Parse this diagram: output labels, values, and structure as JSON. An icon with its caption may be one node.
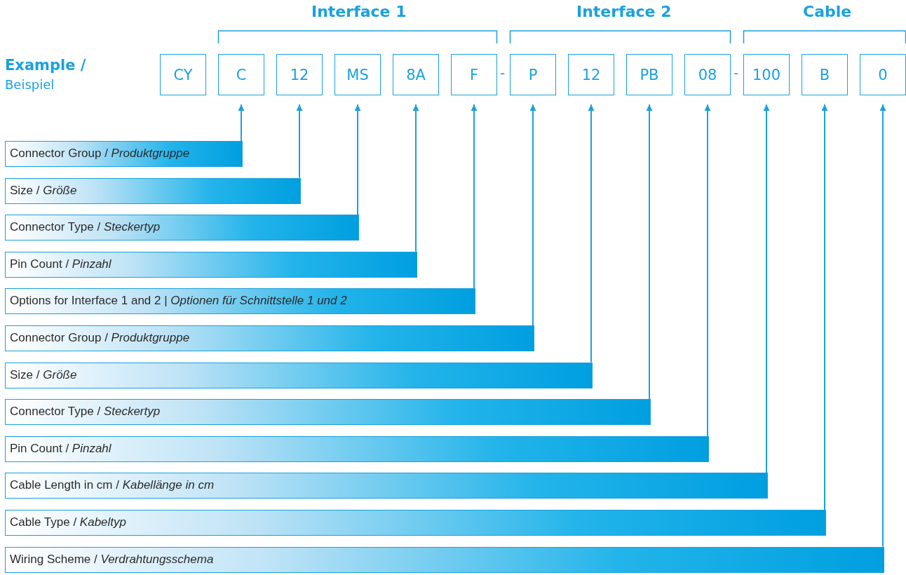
{
  "diagram": {
    "nodes": [
      {
        "text": [
          "CY"
        ]
      },
      {
        "text": [
          "C"
        ]
      },
      {
        "text": [
          "12"
        ]
      },
      {
        "text": [
          "MS"
        ]
      },
      {
        "text": [
          "8A"
        ]
      },
      {
        "text": [
          "F"
        ]
      },
      {
        "text": [
          "P"
        ]
      },
      {
        "text": [
          "12"
        ]
      },
      {
        "text": [
          "PB"
        ]
      },
      {
        "text": [
          "08"
        ]
      },
      {
        "text": [
          "100"
        ]
      },
      {
        "text": [
          "B"
        ]
      },
      {
        "text": [
          "0"
        ]
      },
      {
        "text": [
          "Connector Group / *Produktgruppe*"
        ]
      },
      {
        "text": [
          "Size / *Größe*"
        ]
      },
      {
        "text": [
          "Connector Type / *Steckertyp*"
        ]
      },
      {
        "text": [
          "Pin Count / *Pinzahl*"
        ]
      },
      {
        "text": [
          "Options for Interface 1 and 2 | *Optionen für Schnittstelle 1 und 2*"
        ]
      },
      {
        "text": [
          "Connector Group / *Produktgruppe*"
        ]
      },
      {
        "text": [
          "Size / *Größe*"
        ]
      },
      {
        "text": [
          "Connector Type / *Steckertyp*"
        ]
      },
      {
        "text": [
          "Pin Count / *Pinzahl*"
        ]
      },
      {
        "text": [
          "Cable Length in cm / *Kabellänge in cm*"
        ]
      },
      {
        "text": [
          "Cable Type / *Kabeltyp*"
        ]
      },
      {
        "text": [
          "Wiring Scheme / *Verdrahtungsschema*"
        ]
      }
    ],
    "edges": [
      {
        "from": 13,
        "to": 1,
        "arrow": "to"
      },
      {
        "from": 14,
        "to": 2,
        "arrow": "to"
      },
      {
        "from": 15,
        "to": 3,
        "arrow": "to"
      },
      {
        "from": 16,
        "to": 4,
        "arrow": "to"
      },
      {
        "from": 17,
        "to": 5,
        "arrow": "to"
      },
      {
        "from": 18,
        "to": 6,
        "arrow": "to"
      },
      {
        "from": 19,
        "to": 7,
        "arrow": "to"
      },
      {
        "from": 20,
        "to": 8,
        "arrow": "to"
      },
      {
        "from": 21,
        "to": 9,
        "arrow": "to"
      },
      {
        "from": 22,
        "to": 10,
        "arrow": "to"
      },
      {
        "from": 23,
        "to": 11,
        "arrow": "to"
      },
      {
        "from": 24,
        "to": 12,
        "arrow": "to"
      }
    ],
    "labels": [
      "Interface 1",
      "Interface 2",
      "Cable",
      "Example /",
      "Beispiel",
      "-",
      "-"
    ]
  }
}
